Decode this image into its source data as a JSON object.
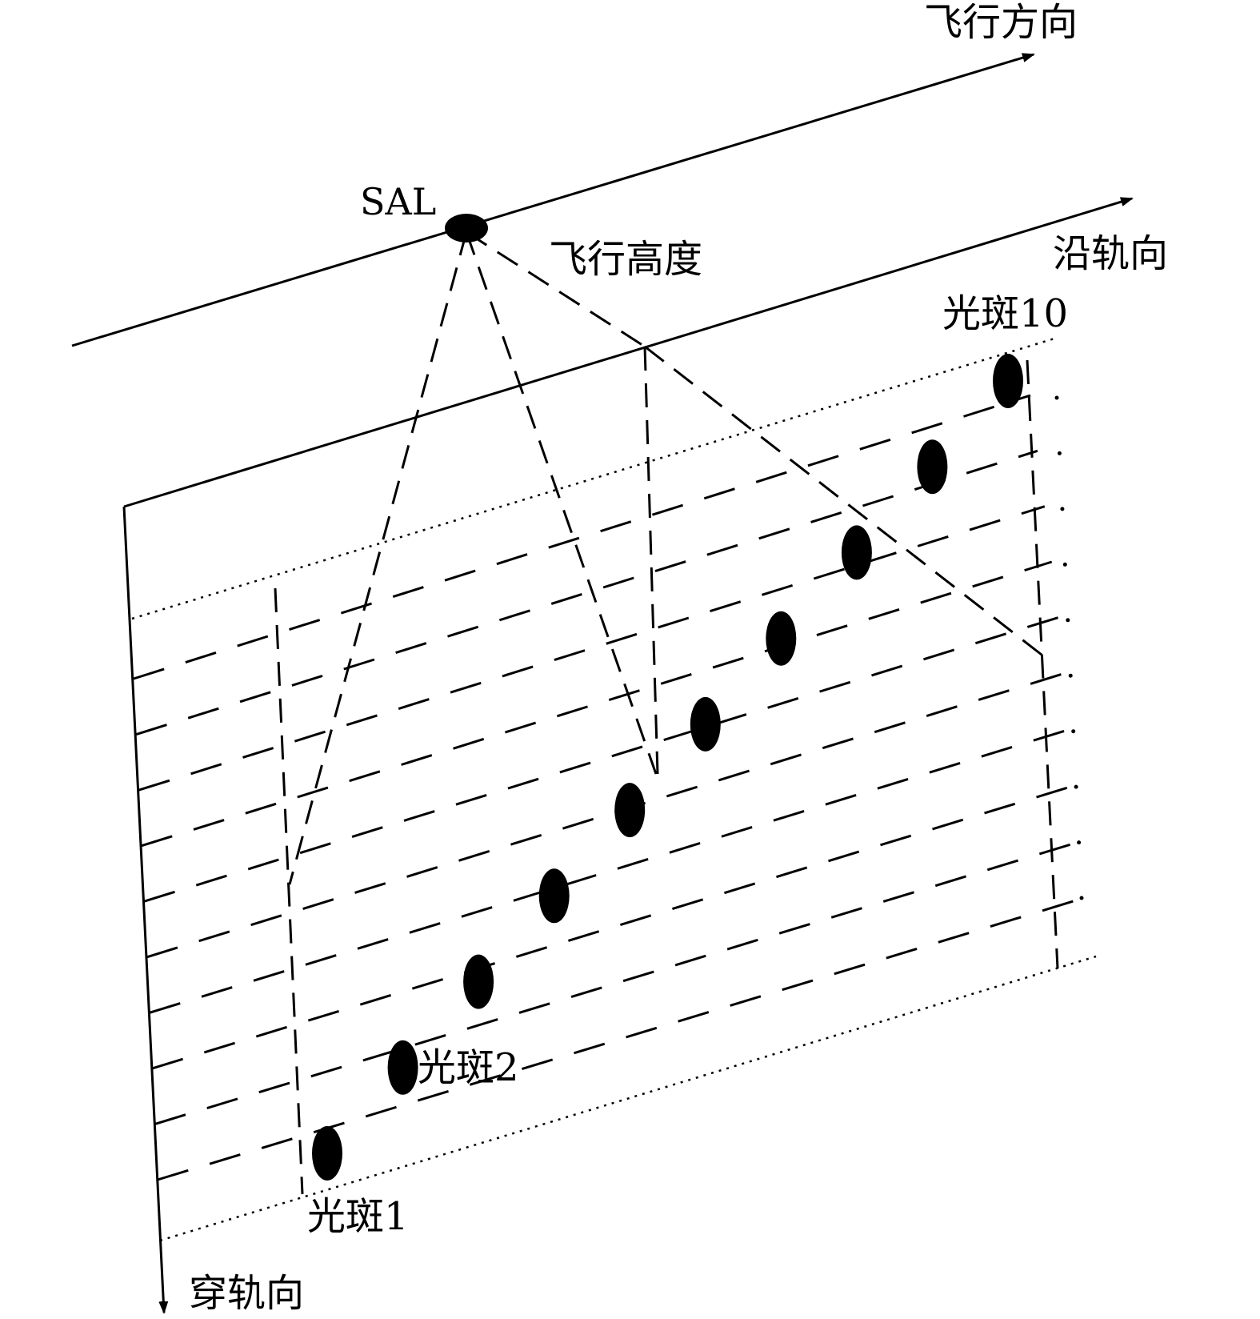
{
  "diagram": {
    "labels": {
      "flight_direction": "飞行方向",
      "sal": "SAL",
      "flight_altitude": "飞行高度",
      "along_track": "沿轨向",
      "cross_track": "穿轨向",
      "spot_1": "光斑1",
      "spot_2": "光斑2",
      "spot_10": "光斑10"
    },
    "spot_count": 10,
    "colors": {
      "ink": "#000000",
      "background": "#ffffff"
    }
  }
}
